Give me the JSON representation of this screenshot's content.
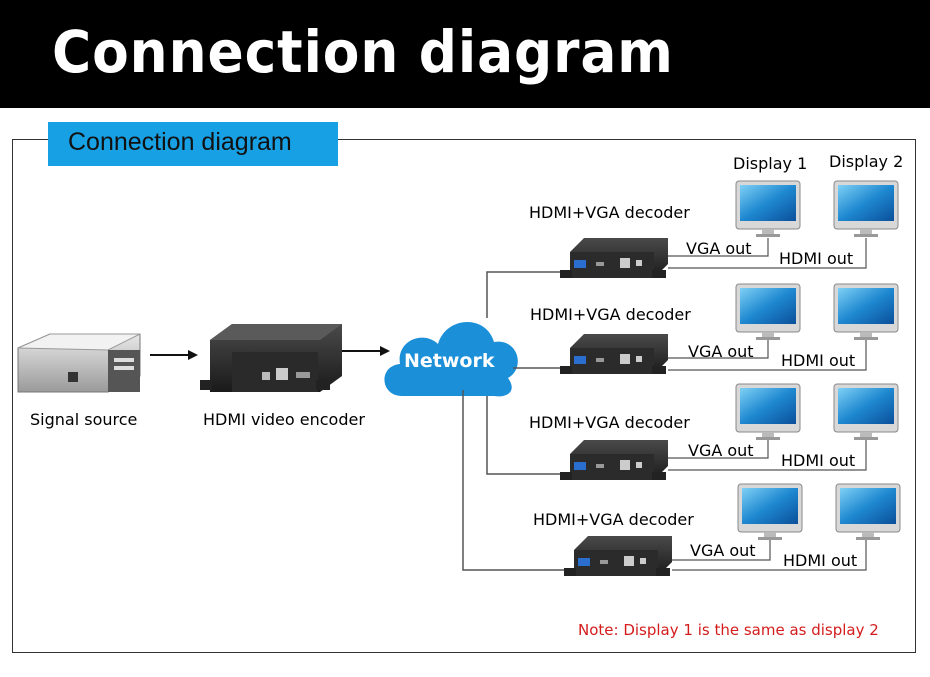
{
  "header": {
    "title": "Connection diagram"
  },
  "section": {
    "label": "Connection diagram"
  },
  "source": {
    "label": "Signal source"
  },
  "encoder": {
    "label": "HDMI video encoder"
  },
  "network": {
    "label": "Network"
  },
  "displays": {
    "display1": "Display 1",
    "display2": "Display 2"
  },
  "decoders": [
    {
      "label": "HDMI+VGA decoder",
      "vga": "VGA out",
      "hdmi": "HDMI out"
    },
    {
      "label": "HDMI+VGA decoder",
      "vga": "VGA out",
      "hdmi": "HDMI out"
    },
    {
      "label": "HDMI+VGA decoder",
      "vga": "VGA out",
      "hdmi": "HDMI out"
    },
    {
      "label": "HDMI+VGA decoder",
      "vga": "VGA out",
      "hdmi": "HDMI out"
    }
  ],
  "note": "Note: Display 1 is the same as display 2",
  "colors": {
    "banner": "#000000",
    "label_box": "#17a0e4",
    "cloud": "#1b8fd8",
    "note": "#d41c1c"
  }
}
